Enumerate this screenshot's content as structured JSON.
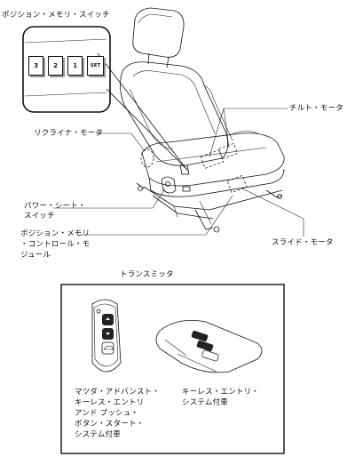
{
  "labels": {
    "position_memory_switch": "ポジション・メモリ・スイッチ",
    "tilt_motor": "チルト・モータ",
    "recliner_motor": "リクライナ・モータ",
    "power_seat_switch_1": "パワー・シート・",
    "power_seat_switch_2": "スイッチ",
    "position_memory_module_1": "ポジション・メモリ",
    "position_memory_module_2": "・コントロール・モ",
    "position_memory_module_3": "ジュール",
    "slide_motor": "スライド・モータ",
    "transmitter": "トランスミッタ",
    "mazda_advanced_1": "マツダ・アドバンスト・",
    "mazda_advanced_2": "キーレス・エントリ",
    "mazda_advanced_3": "アンド プッシュ・",
    "mazda_advanced_4": "ボタン・スタート・",
    "mazda_advanced_5": "システム付車",
    "keyless_entry_1": "キーレス・エントリ・",
    "keyless_entry_2": "システム付車"
  },
  "memory_buttons": [
    "3",
    "2",
    "1",
    "SET"
  ]
}
